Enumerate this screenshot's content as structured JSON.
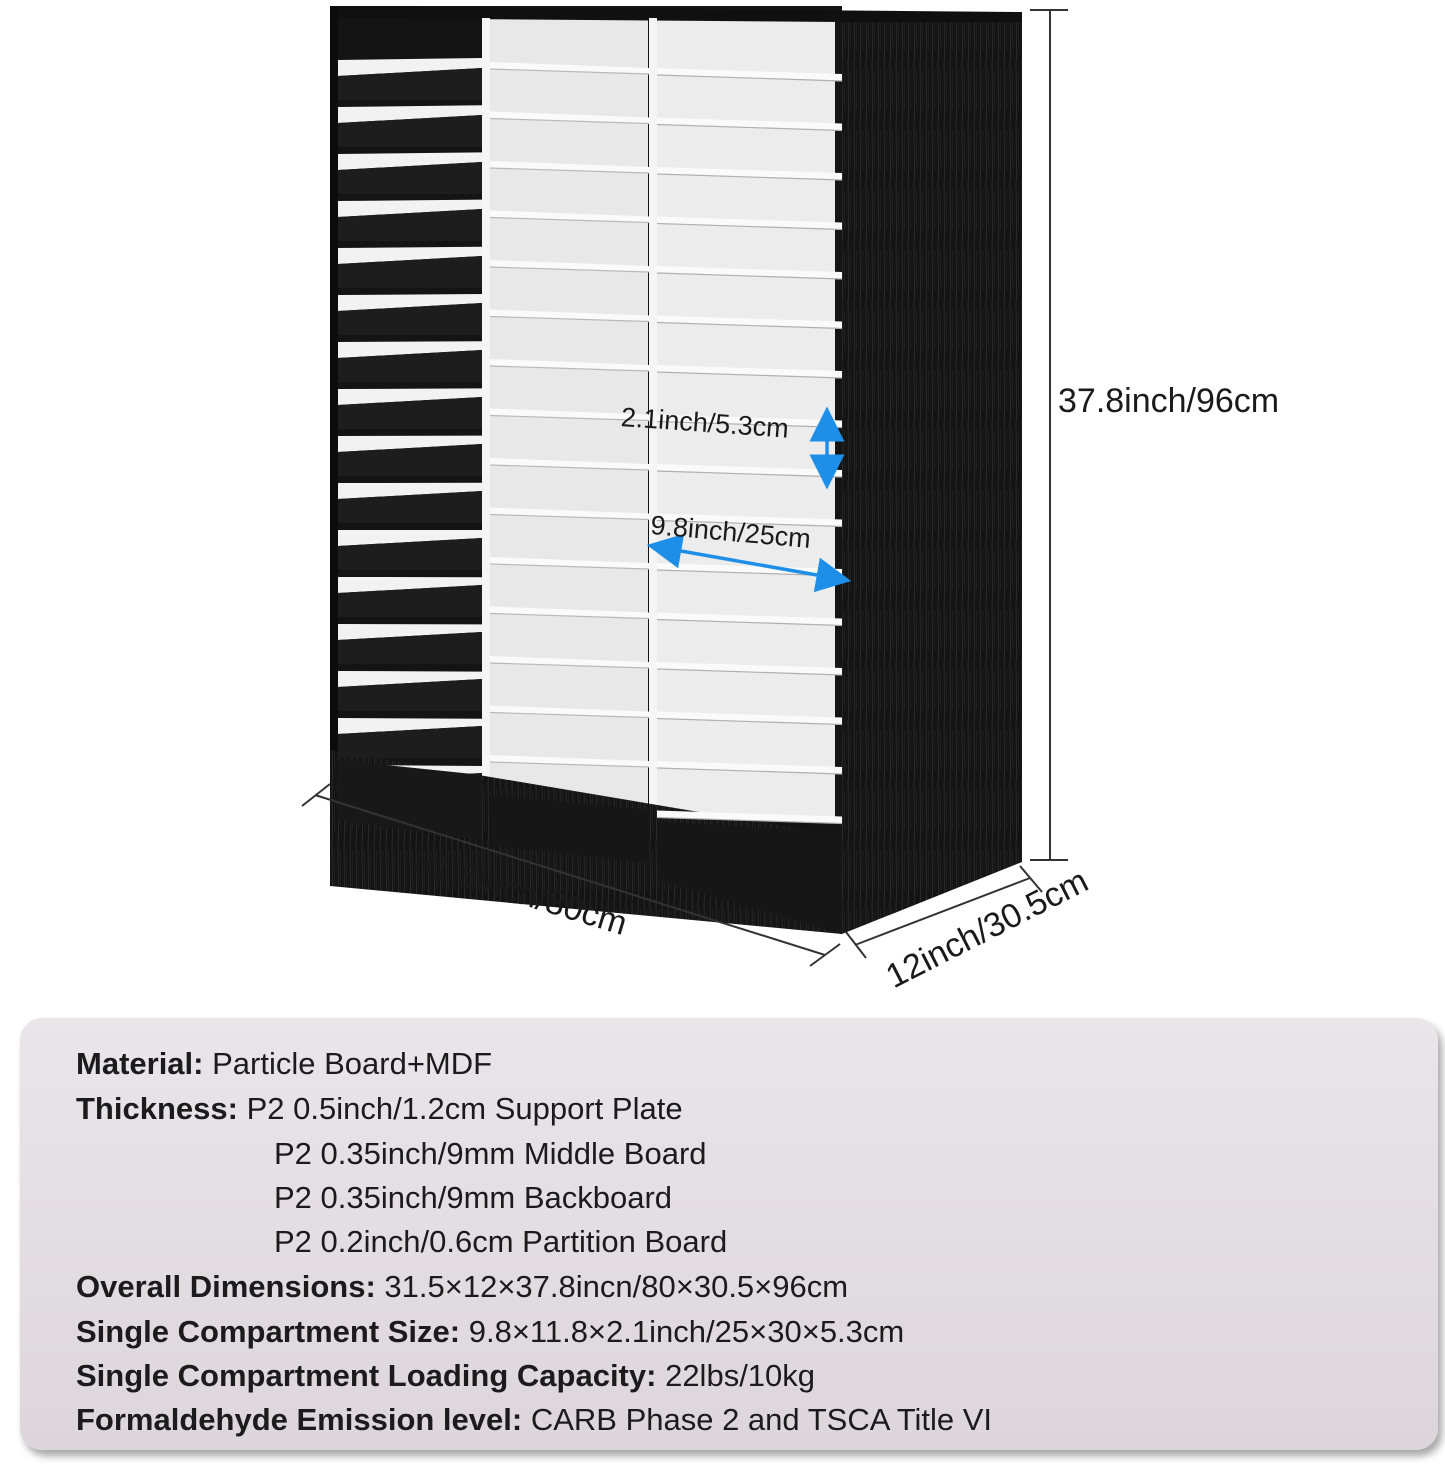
{
  "dimensions": {
    "height": "37.8inch/96cm",
    "width": "31.5inch/80cm",
    "depth": "12inch/30.5cm",
    "compartment_height": "2.1inch/5.3cm",
    "compartment_width": "9.8inch/25cm"
  },
  "colors": {
    "cabinet": "#141414",
    "shelf": "#f2f2f2",
    "arrow": "#1e8fe8",
    "panel": "#e3dee1"
  },
  "specs": {
    "material": {
      "label": "Material:",
      "value": "Particle Board+MDF"
    },
    "thickness": {
      "label": "Thickness:",
      "lines": [
        "P2 0.5inch/1.2cm Support Plate",
        "P2 0.35inch/9mm Middle Board",
        "P2 0.35inch/9mm Backboard",
        "P2 0.2inch/0.6cm Partition Board"
      ]
    },
    "overall": {
      "label": "Overall Dimensions:",
      "value": "31.5×12×37.8incn/80×30.5×96cm"
    },
    "compartment_size": {
      "label": "Single Compartment Size:",
      "value": "9.8×11.8×2.1inch/25×30×5.3cm"
    },
    "capacity": {
      "label": "Single Compartment Loading Capacity:",
      "value": "22lbs/10kg"
    },
    "formaldehyde": {
      "label": "Formaldehyde Emission level:",
      "value": "CARB Phase 2 and TSCA Title VI"
    }
  }
}
